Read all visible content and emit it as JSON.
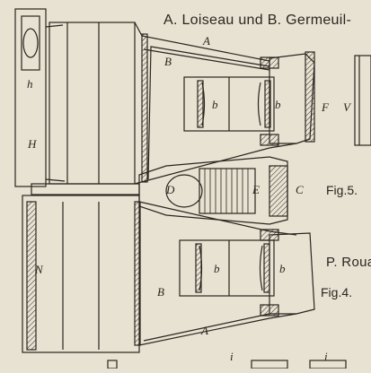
{
  "header": {
    "title": "A. Loiseau und B. Germeuil-",
    "right_text": "P. Roua"
  },
  "figures": {
    "fig5": "Fig.5.",
    "fig4": "Fig.4."
  },
  "labels": {
    "h": "h",
    "H": "H",
    "N": "N",
    "A_top": "A",
    "A_bottom": "A",
    "B_top": "B",
    "B_bottom": "B",
    "b1": "b",
    "b2": "b",
    "b3": "b",
    "b4": "b",
    "F": "F",
    "V": "V",
    "D": "D",
    "E": "E",
    "C": "C",
    "i1": "i",
    "i2": "i"
  },
  "colors": {
    "paper": "#e8e2d2",
    "ink": "#2a2520"
  }
}
